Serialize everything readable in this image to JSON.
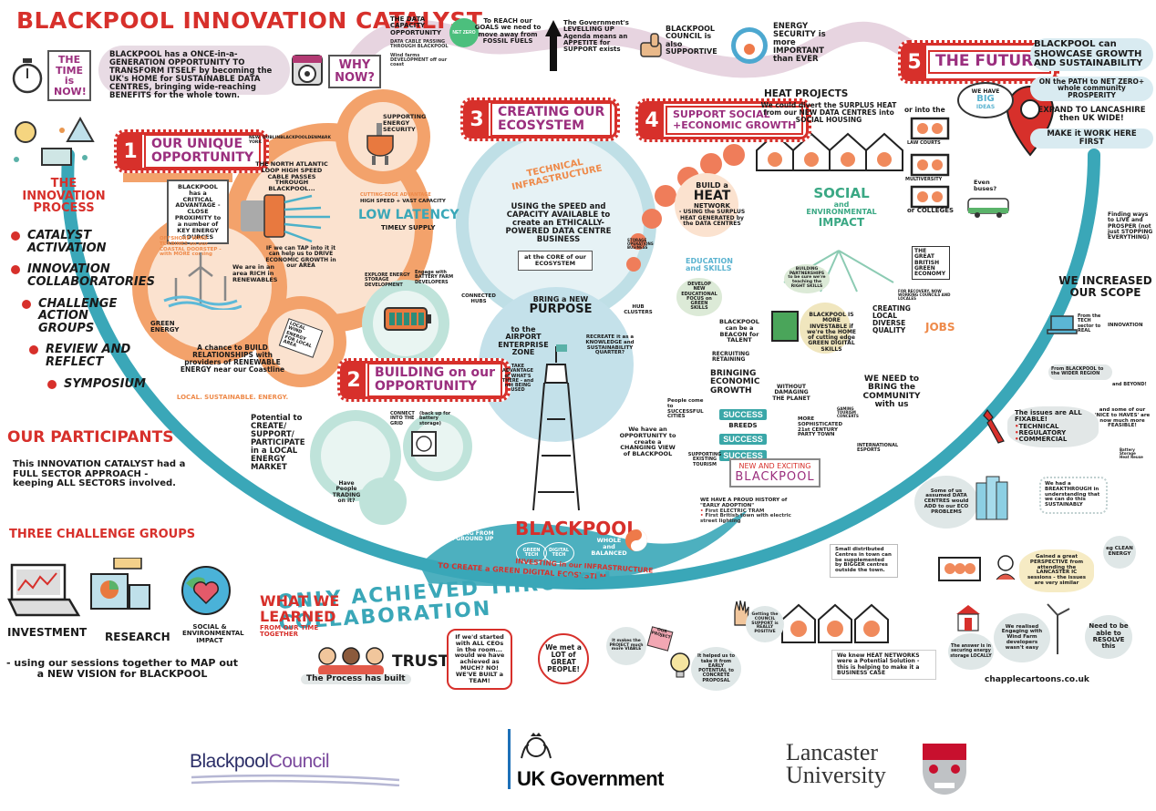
{
  "header": {
    "title": "BLACKPOOL INNOVATION CATALYST",
    "time_badge": "THE TIME is NOW!",
    "intro_text": "BLACKPOOL has a ONCE-in-a-GENERATION OPPORTUNITY TO TRANSFORM ITSELF by becoming the UK's HOME for SUSTAINABLE DATA CENTRES, bringing wide-reaching BENEFITS for the whole town.",
    "why_now": "WHY NOW?"
  },
  "why_now_items": [
    {
      "text": "THE DATA CAPACITY OPPORTUNITY",
      "sub1": "DATA CABLE PASSING THROUGH BLACKPOOL",
      "sub2": "Wind farms DEVELOPMENT off our coast"
    },
    {
      "icon": "NET ZERO",
      "text": "To REACH our GOALS we need to move away from FOSSIL FUELS"
    },
    {
      "text": "The Government's LEVELLING UP Agenda means an APPETITE for SUPPORT exists"
    },
    {
      "text": "BLACKPOOL COUNCIL is also SUPPORTIVE"
    },
    {
      "text": "ENERGY SECURITY is more IMPORTANT than EVER"
    }
  ],
  "future": {
    "num": "5",
    "label": "THE FUTURE",
    "points": [
      "BLACKPOOL can SHOWCASE GROWTH AND SUSTAINABILITY",
      "ON the PATH to NET ZERO+ whole community PROSPERITY",
      "EXPAND TO LANCASHIRE then UK WIDE!",
      "MAKE it WORK HERE FIRST"
    ],
    "cloud": {
      "line1": "WE HAVE",
      "line2": "BIG",
      "line3": "IDEAS"
    }
  },
  "innovation_process": {
    "title": "THE INNOVATION PROCESS",
    "steps": [
      "CATALYST ACTIVATION",
      "INNOVATION COLLABORATORIES",
      "CHALLENGE ACTION GROUPS",
      "REVIEW AND REFLECT",
      "SYMPOSIUM"
    ]
  },
  "section1": {
    "num": "1",
    "label_line1": "OUR UNIQUE",
    "label_line2": "OPPORTUNITY",
    "advantage_box": "BLACKPOOL has a CRITICAL ADVANTAGE - CLOSE PROXIMITY to a number of KEY ENERGY SOURCES",
    "map_labels": [
      "NEW YORK",
      "DUBLIN",
      "BLACKPOOL",
      "DENMARK"
    ],
    "cable_text": "THE NORTH ATLANTIC LOOP HIGH SPEED CABLE PASSES THROUGH BLACKPOOL...",
    "tap_text": "IF we can TAP into it it can help us to DRIVE ECONOMIC GROWTH in our AREA",
    "security": "SUPPORTING ENERGY SECURITY",
    "edge": "CUTTING-EDGE ADVANTAGE",
    "speed": "HIGH SPEED + VAST CAPACITY",
    "latency": "LOW LATENCY",
    "supply": "TIMELY SUPPLY",
    "offshore": "OFFSHORE WIND TURBINES on our COASTAL DOORSTEP - with MORE coming",
    "rich": "We are in an area RICH in RENEWABLES",
    "green": "GREEN ENERGY",
    "newspaper": "LOCAL WIND ENERGY FOR LOCAL AREA",
    "relationships": "A chance to BUILD RELATIONSHIPS with providers of RENEWABLE ENERGY near our Coastline",
    "tagline": "LOCAL. SUSTAINABLE. ENERGY."
  },
  "section2": {
    "num": "2",
    "label_line1": "BUILDING on our",
    "label_line2": "OPPORTUNITY",
    "potential": "Potential to CREATE/ SUPPORT/ PARTICIPATE in a LOCAL ENERGY MARKET",
    "grid": "CONNECT INTO THE GRID",
    "backup": "(back up for battery storage)",
    "trading": "Have People TRADING on it?",
    "storage": "EXPLORE ENERGY STORAGE DEVELOPMENT",
    "engage": "Engage with BATTERY FARM DEVELOPERS"
  },
  "section3": {
    "num": "3",
    "label_line1": "CREATING OUR",
    "label_line2": "ECOSYSTEM",
    "arc": "TECHNICAL INFRASTRUCTURE",
    "using": "USING the SPEED and CAPACITY AVAILABLE to create an ETHICALLY-POWERED DATA CENTRE BUSINESS",
    "core": "at the CORE of our ECOSYSTEM",
    "storage_ops": "STORAGE OPERATIONS BUSINESS",
    "hubs": "CONNECTED HUBS",
    "clusters": "HUB CLUSTERS",
    "purpose_line1": "BRING a NEW",
    "purpose_line2": "PURPOSE",
    "airport": "to the AIRPORT ENTERPRISE ZONE",
    "recreate": "RECREATE it as a KNOWLEDGE and SUSTAINABILITY QUARTER?",
    "advantage": "TAKE ADVANTAGE of WHAT'S THERE - and not BEING USED"
  },
  "section4": {
    "num": "4",
    "label_line1": "SUPPORT SOCIAL",
    "label_line2": "+ECONOMIC GROWTH",
    "heat_title": "HEAT PROJECTS",
    "heat_text": "We could divert the SURPLUS HEAT from our NEW DATA CENTRES into SOCIAL HOUSING",
    "or_into": "or into the",
    "destinations": [
      "LAW COURTS",
      "MULTIVERSITY",
      "or COLLEGES"
    ],
    "buses": "Even buses?",
    "build_heat": {
      "l1": "BUILD a",
      "l2": "HEAT",
      "l3": "NETWORK",
      "l4": "- USING the SURPLUS HEAT GENERATED by the DATA CENTRES"
    },
    "impact": {
      "l1": "SOCIAL",
      "l2": "and",
      "l3": "ENVIRONMENTAL",
      "l4": "IMPACT"
    },
    "education_title": "EDUCATION and SKILLS",
    "education_text": "DEVELOP NEW EDUCATIONAL FOCUS on GREEN SKILLS",
    "partnerships": "BUILDING PARTNERSHIPS to be sure we're teaching the RIGHT SKILLS",
    "great_british": "THE GREAT BRITISH GREEN ECONOMY",
    "recovery": "FOR RECOVERY, NOW WORKING COUNCILS AND LOCALES",
    "beacon": "BLACKPOOL can be a BEACON for TALENT",
    "recruit": "RECRUITING RETAINING",
    "bringing": "BRINGING ECONOMIC GROWTH",
    "investable": "BLACKPOOL IS MORE INVESTABLE if we're the HOME of cutting edge GREEN DIGITAL SKILLS",
    "creating_local": [
      "CREATING",
      "LOCAL",
      "DIVERSE",
      "QUALITY"
    ],
    "jobs": "JOBS",
    "without": "WITHOUT DAMAGING THE PLANET",
    "community": "WE NEED to BRING the COMMUNITY with us",
    "people_come": "People come to SUCCESSFUL CITIES",
    "success": [
      "SUCCESS",
      "BREEDS",
      "SUCCESS",
      "SUCCESS"
    ],
    "party": "MORE SOPHISTICATED 21st CENTURY PARTY TOWN",
    "gaming": "GAMING TOURISM CONCERTS",
    "esports": "INTERNATIONAL ESPORTS",
    "opportunity": "We have an OPPORTUNITY to create a CHANGING VIEW of BLACKPOOL",
    "tourism": "SUPPORTING EXISTING TOURISM",
    "new_exciting_l1": "NEW AND EXCITING",
    "new_exciting_l2": "BLACKPOOL",
    "history": "WE HAVE A PROUD HISTORY of \"EARLY ADOPTION\"",
    "history_points": [
      "First ELECTRIC TRAM",
      "First British town with electric street lighting"
    ]
  },
  "living": "Finding ways to LIVE and PROSPER (not just STOPPING EVERYTHING)",
  "scope": {
    "title": "WE INCREASED OUR SCOPE",
    "tech": "From the TECH sector to REAL",
    "innovation": "INNOVATION",
    "region": "From BLACKPOOL to the WIDER REGION",
    "beyond": "and BEYOND!"
  },
  "wave": {
    "city": "BLACKPOOL",
    "ground": "BUILDING FROM the GROUND UP",
    "green_tech": "GREEN TECH",
    "digital_tech": "DIGITAL TECH",
    "whole": "WHOLE and BALANCED",
    "investing": "INVESTING in our INFRASTRUCTURE",
    "create": "TO CREATE a GREEN DIGITAL ECOSYSTEM",
    "banner": "ONLY ACHIEVED THROUGH COLLABORATION"
  },
  "participants": {
    "title": "OUR PARTICIPANTS",
    "text": "This INNOVATION CATALYST had a FULL SECTOR APPROACH - keeping ALL SECTORS involved."
  },
  "challenge_groups": {
    "title": "THREE CHALLENGE GROUPS",
    "groups": [
      "INVESTMENT",
      "RESEARCH",
      "SOCIAL & ENVIRONMENTAL IMPACT"
    ],
    "footer": "- using our sessions together to MAP out a NEW VISION for BLACKPOOL"
  },
  "learned": {
    "title_l1": "WHAT WE",
    "title_l2": "LEARNED",
    "subtitle": "FROM OUR TIME TOGETHER",
    "trust": "TRUST",
    "process": "The Process has built",
    "ceos": "If we'd started with ALL CEOs in the room... would we have achieved as MUCH? NO! WE'VE BUILT a TEAM!",
    "people": "We met a LOT of GREAT PEOPLE!",
    "viable": "It makes the PROJECT much more VIABLE",
    "equation": "=",
    "project": "OUR PROJECT",
    "council": "Getting the COUNCIL SUPPORT is REALLY POSITIVE",
    "concrete": "It helped us to take it from EARLY POTENTIAL to CONCRETE PROPOSAL",
    "fixable": "The issues are ALL FIXABLE!",
    "fix_points": [
      "TECHNICAL",
      "REGULATORY",
      "COMMERCIAL"
    ],
    "nice": "and some of our 'NICE to HAVES' are now much more FEASIBLE!",
    "nice_points": [
      "Battery Storage",
      "Heat Reuse"
    ],
    "assumed": "Some of us assumed DATA CENTRES would ADD to our ECO PROBLEMS",
    "breakthrough": "We had a BREAKTHROUGH in understanding that we can do this SUSTAINABLY",
    "distributed": "Small distributed Centres in town can be supplemented by BIGGER centres outside the town.",
    "perspective": "Gained a great PERSPECTIVE from attending the LANCASTER IC sessions - the issues are very similar",
    "clean": "eg CLEAN ENERGY",
    "heat_networks": "We knew HEAT NETWORKS were a Potential Solution - this is helping to make it a BUSINESS CASE",
    "storage": "The answer is in securing energy storage LOCALLY",
    "realised": "We realised Engaging with Wind Farm developers wasn't easy",
    "resolve": "Need to be able to RESOLVE this"
  },
  "credit": "chapplecartoons.co.uk",
  "logos": {
    "blackpool_a": "Blackpool",
    "blackpool_b": "Council",
    "ukgov": "UK Government",
    "lancaster_l1": "Lancaster",
    "lancaster_l2": "University"
  },
  "colors": {
    "accent_red": "#d7302b",
    "purple": "#9b2f7e",
    "teal": "#3aa7b8",
    "orange": "#ee8a4a",
    "green": "#3aa884"
  }
}
